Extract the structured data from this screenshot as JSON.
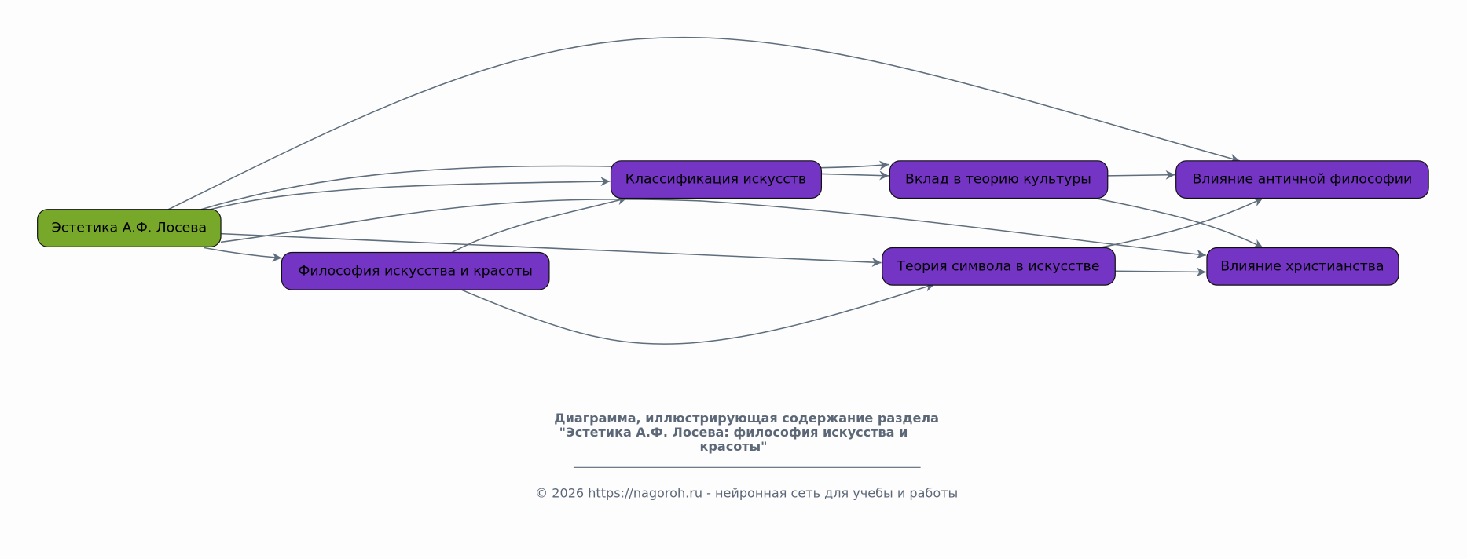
{
  "colors": {
    "root": "#77a82a",
    "node": "#7434c4",
    "edge": "#5f6e7c",
    "text_muted": "#5c6878"
  },
  "nodes": {
    "root": "Эстетика А.Ф. Лосева",
    "classification": "Классификация искусств",
    "contribution": "Вклад в теорию культуры",
    "antique": "Влияние античной философии",
    "philosophy": "Философия искусства и красоты",
    "symbol": "Теория символа в искусстве",
    "christianity": "Влияние христианства"
  },
  "caption": {
    "line1": "Диаграмма, иллюстрирующая содержание раздела",
    "line2": "\"Эстетика А.Ф. Лосева: философия искусства и",
    "line3": "красоты\"",
    "footer": "© 2026 https://nagoroh.ru - нейронная сеть для учебы и работы"
  }
}
